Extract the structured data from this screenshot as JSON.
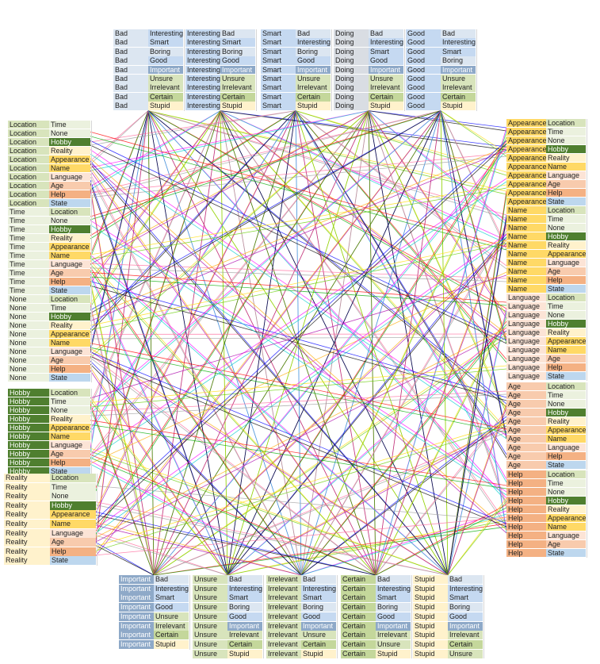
{
  "colors": {
    "Bad": "#dce6f1",
    "Interesting": "#c5d9f1",
    "Smart": "#c5d9f1",
    "Boring": "#dce6f1",
    "Good": "#c5d9f1",
    "Doing": "#d9dde3",
    "Important": "#8ea9c8",
    "Unsure": "#d8e4bc",
    "Irrelevant": "#d8e4bc",
    "Certain": "#c4d79b",
    "Stupid": "#fff2cc",
    "Location": "#d8e4bc",
    "Time": "#ebf1de",
    "None": "#ebf1de",
    "Hobby": "#4f7f2f",
    "Reality": "#fff2cc",
    "Appearance": "#ffd966",
    "Name": "#ffd966",
    "Language": "#fce4d6",
    "Age": "#f8cbad",
    "Help": "#f4b183",
    "State": "#bdd7ee"
  },
  "dark_categories": [
    "Hobby",
    "Important"
  ],
  "link_colors": [
    "#ff0000",
    "#00aa00",
    "#0000ff",
    "#000000",
    "#ff00ff",
    "#00cccc",
    "#ffaa00",
    "#aa00aa",
    "#ffdd00",
    "#66cc00",
    "#ff6699",
    "#999999"
  ],
  "groups": [
    {
      "side": "top",
      "rows": [
        [
          "Bad",
          "Interesting"
        ],
        [
          "Bad",
          "Smart"
        ],
        [
          "Bad",
          "Boring"
        ],
        [
          "Bad",
          "Good"
        ],
        [
          "Bad",
          "Important"
        ],
        [
          "Bad",
          "Unsure"
        ],
        [
          "Bad",
          "Irrelevant"
        ],
        [
          "Bad",
          "Certain"
        ],
        [
          "Bad",
          "Stupid"
        ]
      ]
    },
    {
      "side": "top",
      "rows": [
        [
          "Interesting",
          "Bad"
        ],
        [
          "Interesting",
          "Smart"
        ],
        [
          "Interesting",
          "Boring"
        ],
        [
          "Interesting",
          "Good"
        ],
        [
          "Interesting",
          "Important"
        ],
        [
          "Interesting",
          "Unsure"
        ],
        [
          "Interesting",
          "Irrelevant"
        ],
        [
          "Interesting",
          "Certain"
        ],
        [
          "Interesting",
          "Stupid"
        ]
      ]
    },
    {
      "side": "top",
      "rows": [
        [
          "Smart",
          "Bad"
        ],
        [
          "Smart",
          "Interesting"
        ],
        [
          "Smart",
          "Boring"
        ],
        [
          "Smart",
          "Good"
        ],
        [
          "Smart",
          "Important"
        ],
        [
          "Smart",
          "Unsure"
        ],
        [
          "Smart",
          "Irrelevant"
        ],
        [
          "Smart",
          "Certain"
        ],
        [
          "Smart",
          "Stupid"
        ]
      ]
    },
    {
      "side": "top",
      "rows": [
        [
          "Doing",
          "Bad"
        ],
        [
          "Doing",
          "Interesting"
        ],
        [
          "Doing",
          "Smart"
        ],
        [
          "Doing",
          "Good"
        ],
        [
          "Doing",
          "Important"
        ],
        [
          "Doing",
          "Unsure"
        ],
        [
          "Doing",
          "Irrelevant"
        ],
        [
          "Doing",
          "Certain"
        ],
        [
          "Doing",
          "Stupid"
        ]
      ]
    },
    {
      "side": "top",
      "rows": [
        [
          "Good",
          "Bad"
        ],
        [
          "Good",
          "Interesting"
        ],
        [
          "Good",
          "Smart"
        ],
        [
          "Good",
          "Boring"
        ],
        [
          "Good",
          "Important"
        ],
        [
          "Good",
          "Unsure"
        ],
        [
          "Good",
          "Irrelevant"
        ],
        [
          "Good",
          "Certain"
        ],
        [
          "Good",
          "Stupid"
        ]
      ]
    },
    {
      "side": "bottom",
      "rows": [
        [
          "Important",
          "Bad"
        ],
        [
          "Important",
          "Interesting"
        ],
        [
          "Important",
          "Smart"
        ],
        [
          "Important",
          "Good"
        ],
        [
          "Important",
          "Unsure"
        ],
        [
          "Important",
          "Irrelevant"
        ],
        [
          "Important",
          "Certain"
        ],
        [
          "Important",
          "Stupid"
        ]
      ]
    },
    {
      "side": "bottom",
      "rows": [
        [
          "Unsure",
          "Bad"
        ],
        [
          "Unsure",
          "Interesting"
        ],
        [
          "Unsure",
          "Smart"
        ],
        [
          "Unsure",
          "Boring"
        ],
        [
          "Unsure",
          "Good"
        ],
        [
          "Unsure",
          "Important"
        ],
        [
          "Unsure",
          "Irrelevant"
        ],
        [
          "Unsure",
          "Certain"
        ],
        [
          "Unsure",
          "Stupid"
        ]
      ]
    },
    {
      "side": "bottom",
      "rows": [
        [
          "Irrelevant",
          "Bad"
        ],
        [
          "Irrelevant",
          "Interesting"
        ],
        [
          "Irrelevant",
          "Smart"
        ],
        [
          "Irrelevant",
          "Boring"
        ],
        [
          "Irrelevant",
          "Good"
        ],
        [
          "Irrelevant",
          "Important"
        ],
        [
          "Irrelevant",
          "Unsure"
        ],
        [
          "Irrelevant",
          "Certain"
        ],
        [
          "Irrelevant",
          "Stupid"
        ]
      ]
    },
    {
      "side": "bottom",
      "rows": [
        [
          "Certain",
          "Bad"
        ],
        [
          "Certain",
          "Interesting"
        ],
        [
          "Certain",
          "Smart"
        ],
        [
          "Certain",
          "Boring"
        ],
        [
          "Certain",
          "Good"
        ],
        [
          "Certain",
          "Important"
        ],
        [
          "Certain",
          "Irrelevant"
        ],
        [
          "Certain",
          "Unsure"
        ],
        [
          "Certain",
          "Stupid"
        ]
      ]
    },
    {
      "side": "bottom",
      "rows": [
        [
          "Stupid",
          "Bad"
        ],
        [
          "Stupid",
          "Interesting"
        ],
        [
          "Stupid",
          "Smart"
        ],
        [
          "Stupid",
          "Boring"
        ],
        [
          "Stupid",
          "Good"
        ],
        [
          "Stupid",
          "Important"
        ],
        [
          "Stupid",
          "Irrelevant"
        ],
        [
          "Stupid",
          "Certain"
        ],
        [
          "Stupid",
          "Unsure"
        ]
      ]
    },
    {
      "side": "left",
      "rows": [
        [
          "Location",
          "Time"
        ],
        [
          "Location",
          "None"
        ],
        [
          "Location",
          "Hobby"
        ],
        [
          "Location",
          "Reality"
        ],
        [
          "Location",
          "Appearance"
        ],
        [
          "Location",
          "Name"
        ],
        [
          "Location",
          "Language"
        ],
        [
          "Location",
          "Age"
        ],
        [
          "Location",
          "Help"
        ],
        [
          "Location",
          "State"
        ]
      ]
    },
    {
      "side": "left",
      "rows": [
        [
          "Time",
          "Location"
        ],
        [
          "Time",
          "None"
        ],
        [
          "Time",
          "Hobby"
        ],
        [
          "Time",
          "Reality"
        ],
        [
          "Time",
          "Appearance"
        ],
        [
          "Time",
          "Name"
        ],
        [
          "Time",
          "Language"
        ],
        [
          "Time",
          "Age"
        ],
        [
          "Time",
          "Help"
        ],
        [
          "Time",
          "State"
        ]
      ]
    },
    {
      "side": "left",
      "rows": [
        [
          "None",
          "Location"
        ],
        [
          "None",
          "Time"
        ],
        [
          "None",
          "Hobby"
        ],
        [
          "None",
          "Reality"
        ],
        [
          "None",
          "Appearance"
        ],
        [
          "None",
          "Name"
        ],
        [
          "None",
          "Language"
        ],
        [
          "None",
          "Age"
        ],
        [
          "None",
          "Help"
        ],
        [
          "None",
          "State"
        ]
      ]
    },
    {
      "side": "left",
      "rows": [
        [
          "Hobby",
          "Location"
        ],
        [
          "Hobby",
          "Time"
        ],
        [
          "Hobby",
          "None"
        ],
        [
          "Hobby",
          "Reality"
        ],
        [
          "Hobby",
          "Appearance"
        ],
        [
          "Hobby",
          "Name"
        ],
        [
          "Hobby",
          "Language"
        ],
        [
          "Hobby",
          "Age"
        ],
        [
          "Hobby",
          "Help"
        ],
        [
          "Hobby",
          "State"
        ]
      ]
    },
    {
      "side": "left",
      "rows": [
        [
          "Reality",
          "Location"
        ],
        [
          "Reality",
          "Time"
        ],
        [
          "Reality",
          "None"
        ],
        [
          "Reality",
          "Hobby"
        ],
        [
          "Reality",
          "Appearance"
        ],
        [
          "Reality",
          "Name"
        ],
        [
          "Reality",
          "Language"
        ],
        [
          "Reality",
          "Age"
        ],
        [
          "Reality",
          "Help"
        ],
        [
          "Reality",
          "State"
        ]
      ]
    },
    {
      "side": "right",
      "rows": [
        [
          "Appearance",
          "Location"
        ],
        [
          "Appearance",
          "Time"
        ],
        [
          "Appearance",
          "None"
        ],
        [
          "Appearance",
          "Hobby"
        ],
        [
          "Appearance",
          "Reality"
        ],
        [
          "Appearance",
          "Name"
        ],
        [
          "Appearance",
          "Language"
        ],
        [
          "Appearance",
          "Age"
        ],
        [
          "Appearance",
          "Help"
        ],
        [
          "Appearance",
          "State"
        ]
      ]
    },
    {
      "side": "right",
      "rows": [
        [
          "Name",
          "Location"
        ],
        [
          "Name",
          "Time"
        ],
        [
          "Name",
          "None"
        ],
        [
          "Name",
          "Hobby"
        ],
        [
          "Name",
          "Reality"
        ],
        [
          "Name",
          "Appearance"
        ],
        [
          "Name",
          "Language"
        ],
        [
          "Name",
          "Age"
        ],
        [
          "Name",
          "Help"
        ],
        [
          "Name",
          "State"
        ]
      ]
    },
    {
      "side": "right",
      "rows": [
        [
          "Language",
          "Location"
        ],
        [
          "Language",
          "Time"
        ],
        [
          "Language",
          "None"
        ],
        [
          "Language",
          "Hobby"
        ],
        [
          "Language",
          "Reality"
        ],
        [
          "Language",
          "Appearance"
        ],
        [
          "Language",
          "Name"
        ],
        [
          "Language",
          "Age"
        ],
        [
          "Language",
          "Help"
        ],
        [
          "Language",
          "State"
        ]
      ]
    },
    {
      "side": "right",
      "rows": [
        [
          "Age",
          "Location"
        ],
        [
          "Age",
          "Time"
        ],
        [
          "Age",
          "None"
        ],
        [
          "Age",
          "Hobby"
        ],
        [
          "Age",
          "Reality"
        ],
        [
          "Age",
          "Appearance"
        ],
        [
          "Age",
          "Name"
        ],
        [
          "Age",
          "Language"
        ],
        [
          "Age",
          "Help"
        ],
        [
          "Age",
          "State"
        ]
      ]
    },
    {
      "side": "right",
      "rows": [
        [
          "Help",
          "Location"
        ],
        [
          "Help",
          "Time"
        ],
        [
          "Help",
          "None"
        ],
        [
          "Help",
          "Hobby"
        ],
        [
          "Help",
          "Reality"
        ],
        [
          "Help",
          "Appearance"
        ],
        [
          "Help",
          "Name"
        ],
        [
          "Help",
          "Language"
        ],
        [
          "Help",
          "Age"
        ],
        [
          "Help",
          "State"
        ]
      ]
    }
  ]
}
